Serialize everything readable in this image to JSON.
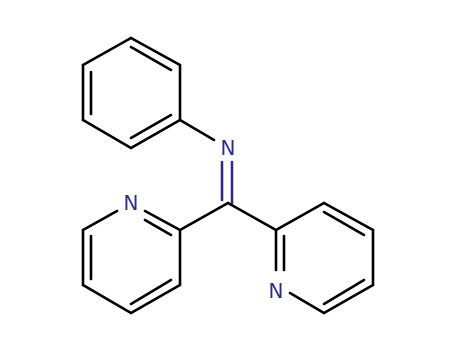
{
  "molecule": {
    "atom_labels": {
      "imine_n": "N",
      "pyridine_left_n": "N",
      "pyridine_right_n": "N"
    },
    "colors": {
      "bond": "#000000",
      "heteroatom": "#2c2c8c",
      "background": "#ffffff"
    }
  }
}
